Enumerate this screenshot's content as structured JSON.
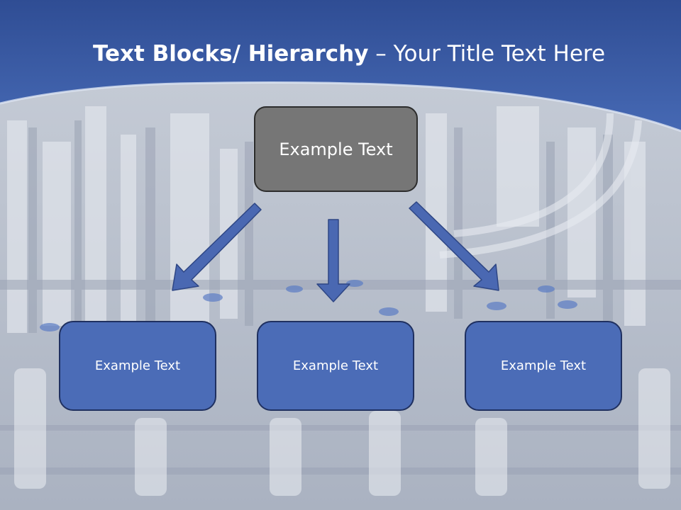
{
  "title": {
    "bold": "Text Blocks/ Hierarchy",
    "rest": " – Your Title Text Here"
  },
  "diagram": {
    "root": {
      "label": "Example Text"
    },
    "children": [
      {
        "label": "Example Text"
      },
      {
        "label": "Example Text"
      },
      {
        "label": "Example Text"
      }
    ]
  },
  "colors": {
    "header_blue": "#3f5fa8",
    "root_fill": "#767676",
    "child_fill": "#4b6cb7",
    "arrow_fill": "#4a68b2"
  }
}
